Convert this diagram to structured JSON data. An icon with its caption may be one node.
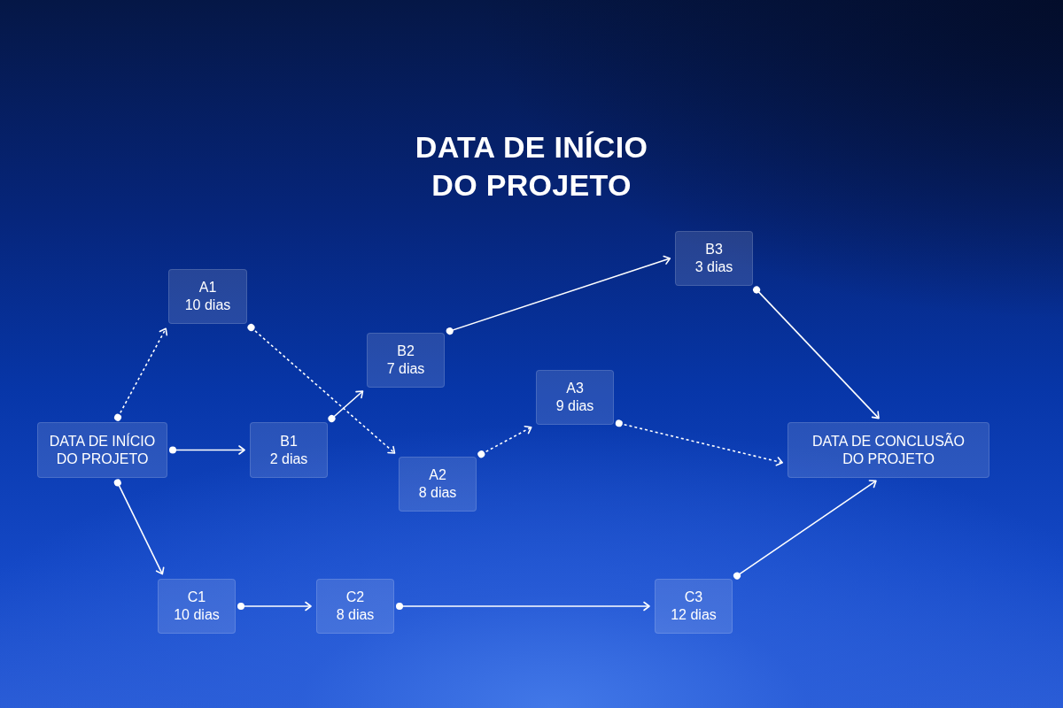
{
  "diagram": {
    "title": "DATA DE INÍCIO DO PROJETO",
    "nodes": [
      {
        "text": [
          "DATA DE INÍCIO DO PROJETO"
        ]
      },
      {
        "text": [
          "A1",
          "10 dias"
        ]
      },
      {
        "text": [
          "B1",
          "2 dias"
        ]
      },
      {
        "text": [
          "B2",
          "7 dias"
        ]
      },
      {
        "text": [
          "A2",
          "8 dias"
        ]
      },
      {
        "text": [
          "A3",
          "9 dias"
        ]
      },
      {
        "text": [
          "B3",
          "3 dias"
        ]
      },
      {
        "text": [
          "DATA DE CONCLUSÃO DO PROJETO"
        ]
      },
      {
        "text": [
          "C1",
          "10 dias"
        ]
      },
      {
        "text": [
          "C2",
          "8 dias"
        ]
      },
      {
        "text": [
          "C3",
          "12 dias"
        ]
      }
    ],
    "edges": [
      {
        "from": 0,
        "to": 1,
        "arrow": "to",
        "style": "dashed"
      },
      {
        "from": 0,
        "to": 2,
        "arrow": "to"
      },
      {
        "from": 0,
        "to": 8,
        "arrow": "to"
      },
      {
        "from": 1,
        "to": 4,
        "arrow": "to",
        "style": "dashed"
      },
      {
        "from": 2,
        "to": 3,
        "arrow": "to"
      },
      {
        "from": 3,
        "to": 6,
        "arrow": "to"
      },
      {
        "from": 4,
        "to": 5,
        "arrow": "to",
        "style": "dashed"
      },
      {
        "from": 5,
        "to": 7,
        "arrow": "to",
        "style": "dashed"
      },
      {
        "from": 6,
        "to": 7,
        "arrow": "to"
      },
      {
        "from": 10,
        "to": 7,
        "arrow": "to"
      },
      {
        "from": 8,
        "to": 9,
        "arrow": "to"
      },
      {
        "from": 9,
        "to": 10,
        "arrow": "to"
      }
    ]
  }
}
